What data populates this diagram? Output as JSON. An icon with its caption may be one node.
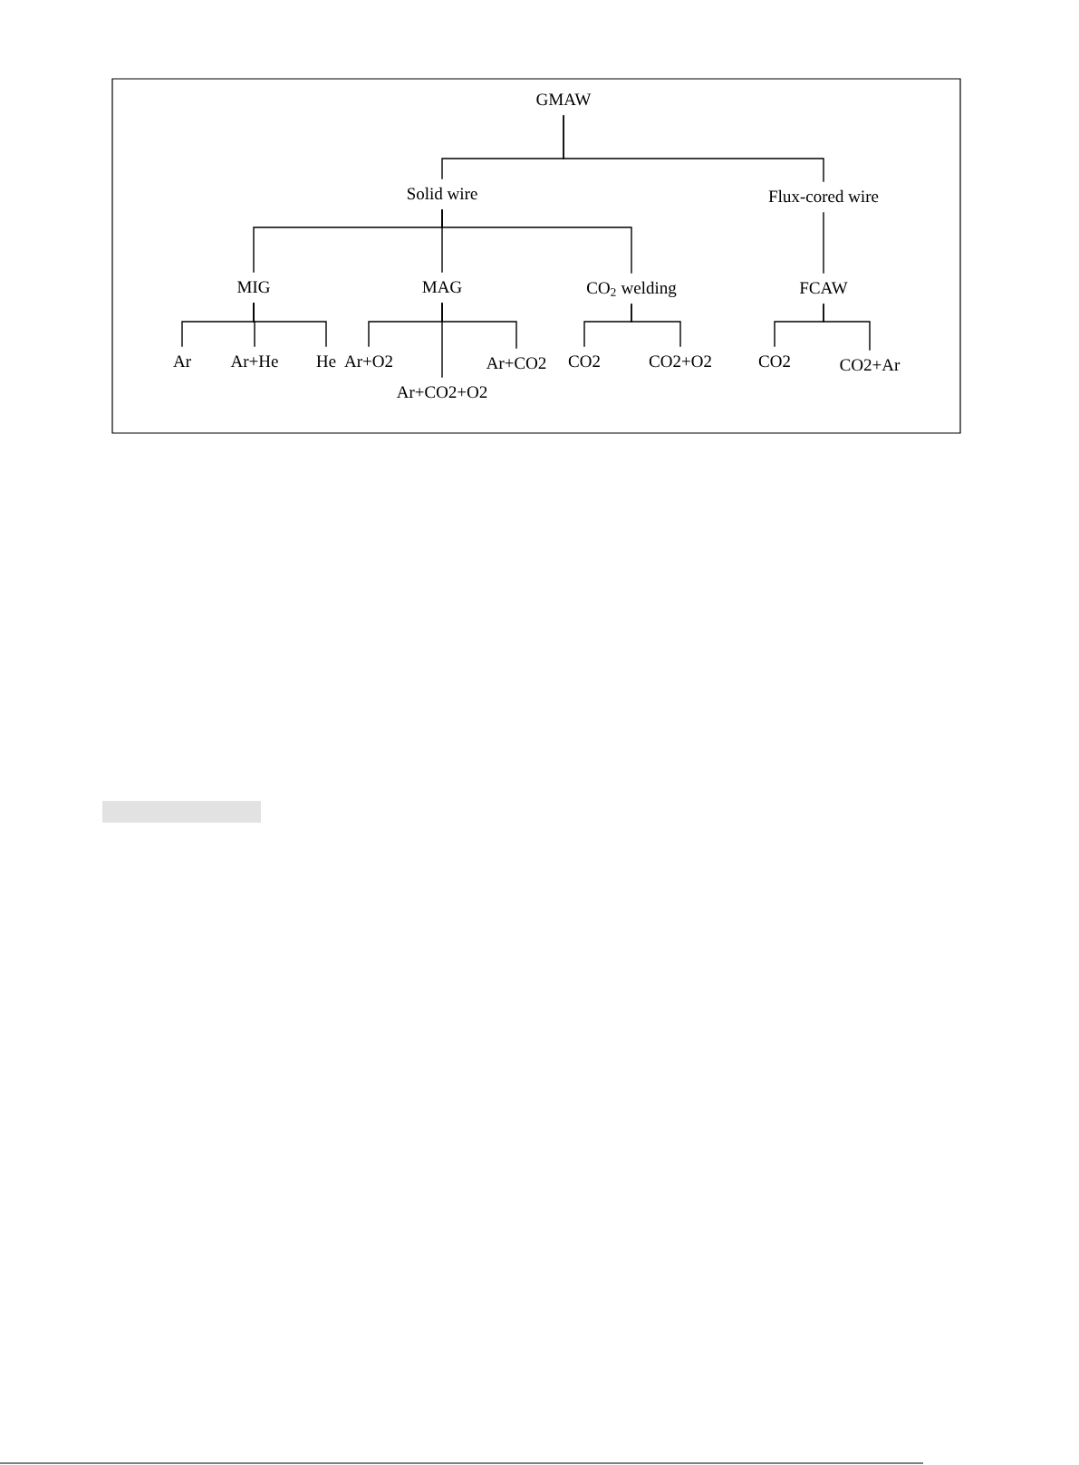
{
  "diagram": {
    "nodes": [
      {
        "text": [
          "GMAW"
        ]
      },
      {
        "text": [
          "Solid wire"
        ]
      },
      {
        "text": [
          "Flux-cored wire"
        ]
      },
      {
        "text": [
          "MIG"
        ]
      },
      {
        "text": [
          "MAG"
        ]
      },
      {
        "text": [
          "CO$_{2}$ welding"
        ]
      },
      {
        "text": [
          "FCAW"
        ]
      },
      {
        "text": [
          "Ar"
        ]
      },
      {
        "text": [
          "Ar+He"
        ]
      },
      {
        "text": [
          "He"
        ]
      },
      {
        "text": [
          "Ar+O2"
        ]
      },
      {
        "text": [
          "Ar+CO2+O2"
        ]
      },
      {
        "text": [
          "Ar+CO2"
        ]
      },
      {
        "text": [
          "CO2"
        ]
      },
      {
        "text": [
          "CO2+O2"
        ]
      },
      {
        "text": [
          "CO2"
        ]
      },
      {
        "text": [
          "CO2+Ar"
        ]
      }
    ],
    "edges": [
      {
        "from": 0,
        "to": 1,
        "arrow": "none"
      },
      {
        "from": 0,
        "to": 2,
        "arrow": "none"
      },
      {
        "from": 1,
        "to": 3,
        "arrow": "none"
      },
      {
        "from": 1,
        "to": 4,
        "arrow": "none"
      },
      {
        "from": 1,
        "to": 5,
        "arrow": "none"
      },
      {
        "from": 2,
        "to": 6,
        "arrow": "none"
      },
      {
        "from": 3,
        "to": 7,
        "arrow": "none"
      },
      {
        "from": 3,
        "to": 8,
        "arrow": "none"
      },
      {
        "from": 3,
        "to": 9,
        "arrow": "none"
      },
      {
        "from": 4,
        "to": 10,
        "arrow": "none"
      },
      {
        "from": 4,
        "to": 11,
        "arrow": "none"
      },
      {
        "from": 4,
        "to": 12,
        "arrow": "none"
      },
      {
        "from": 5,
        "to": 13,
        "arrow": "none"
      },
      {
        "from": 5,
        "to": 14,
        "arrow": "none"
      },
      {
        "from": 6,
        "to": 15,
        "arrow": "none"
      },
      {
        "from": 6,
        "to": 16,
        "arrow": "none"
      }
    ]
  }
}
